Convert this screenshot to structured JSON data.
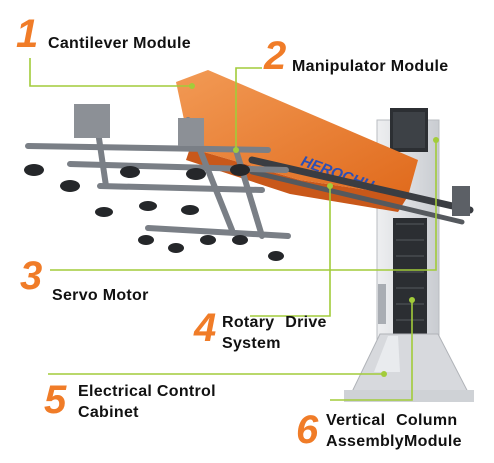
{
  "brand": "HEROCHU",
  "colors": {
    "accent": "#f07c28",
    "leader_line": "#a2cc3a",
    "frame": "#7a7f86"
  },
  "callouts": [
    {
      "number": "1",
      "lines": [
        "Cantilever Module"
      ]
    },
    {
      "number": "2",
      "lines": [
        "Manipulator Module"
      ]
    },
    {
      "number": "3",
      "lines": [
        "Servo Motor"
      ]
    },
    {
      "number": "4",
      "lines": [
        "Rotary Drive",
        "System"
      ]
    },
    {
      "number": "5",
      "lines": [
        "Electrical Control",
        "Cabinet"
      ]
    },
    {
      "number": "6",
      "lines": [
        "Vertical Column",
        "AssemblyModule"
      ]
    }
  ]
}
